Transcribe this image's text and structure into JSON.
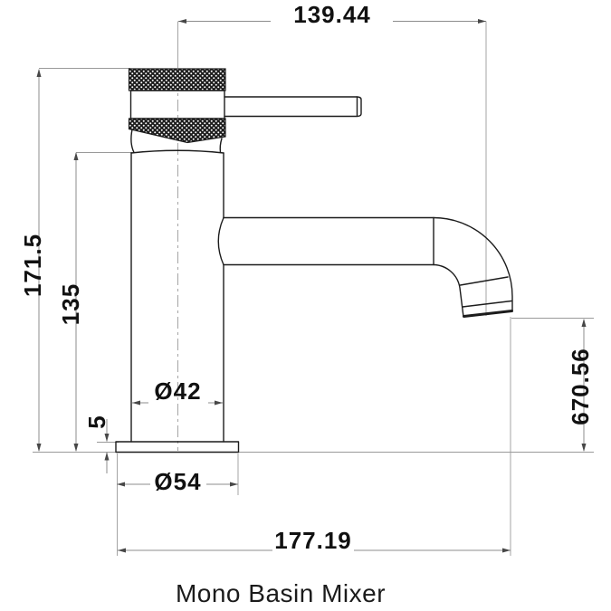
{
  "drawing": {
    "title": "Mono Basin Mixer",
    "colors": {
      "background": "#ffffff",
      "object_outline": "#1c1c1c",
      "dimension_lines": "#8c8c8c",
      "extension_lines": "#9a9a9a",
      "text": "#111111"
    },
    "dimensions": {
      "spout_reach": "139.44",
      "overall_height": "171.5",
      "body_height": "135",
      "body_diameter": "Ø42",
      "base_thickness": "5",
      "base_diameter": "Ø54",
      "overall_projection": "177.19",
      "outlet_height": "670.56"
    }
  }
}
